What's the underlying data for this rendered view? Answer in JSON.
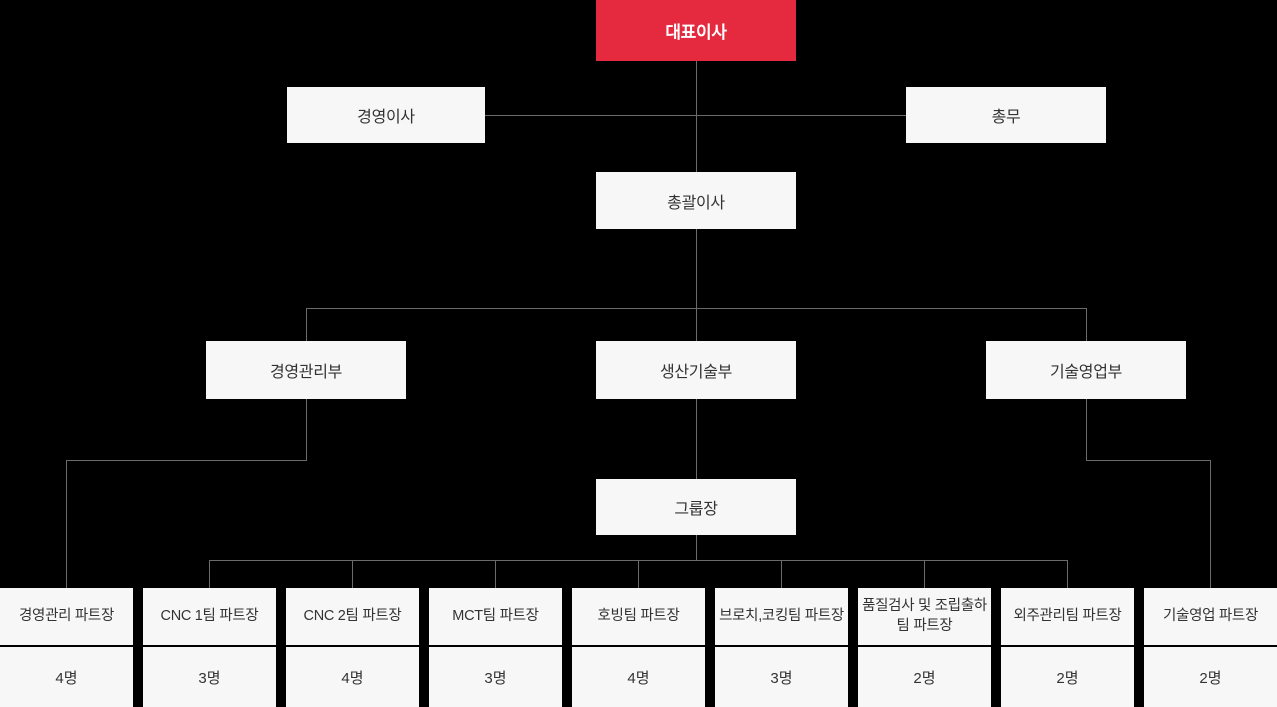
{
  "chart": {
    "ceo": "대표이사",
    "staff": [
      {
        "label": "경영이사"
      },
      {
        "label": "총무"
      }
    ],
    "executive_director": "총괄이사",
    "departments": [
      {
        "label": "경영관리부"
      },
      {
        "label": "생산기술부"
      },
      {
        "label": "기술영업부"
      }
    ],
    "group_leader": "그룹장",
    "teams": [
      {
        "title": "경영관리 파트장",
        "count": "4명"
      },
      {
        "title": "CNC 1팀 파트장",
        "count": "3명"
      },
      {
        "title": "CNC 2팀 파트장",
        "count": "4명"
      },
      {
        "title": "MCT팀 파트장",
        "count": "3명"
      },
      {
        "title": "호빙팀 파트장",
        "count": "4명"
      },
      {
        "title": "브로치,코킹팀 파트장",
        "count": "3명"
      },
      {
        "title": "품질검사 및 조립출하팀 파트장",
        "count": "2명"
      },
      {
        "title": "외주관리팀 파트장",
        "count": "2명"
      },
      {
        "title": "기술영업 파트장",
        "count": "2명"
      }
    ],
    "colors": {
      "accent_red": "#e5293e",
      "node_bg": "#f7f7f7",
      "background": "#000000",
      "line": "#6b6b6b"
    }
  }
}
